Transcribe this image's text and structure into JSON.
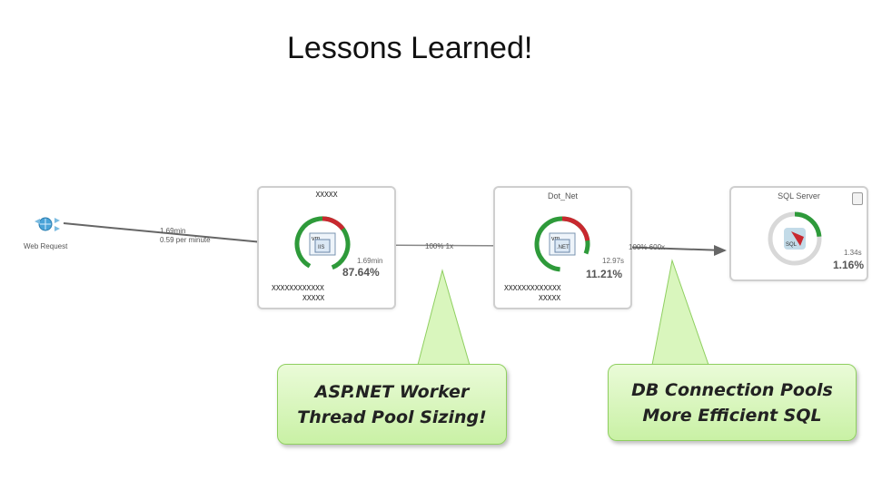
{
  "slide": {
    "title": "Lessons Learned!"
  },
  "web_request": {
    "label": "Web Request",
    "edge_time": "1.69min",
    "edge_rate": "0.59 per minute"
  },
  "nodes": [
    {
      "title": "XXXXX",
      "time": "1.69min",
      "percent": "87.64%",
      "scribble_1": "XXXXXXXXXXXX",
      "scribble_2": "XXXXX",
      "icon": "iis-server-icon"
    },
    {
      "title": "Dot_Net",
      "time": "12.97s",
      "percent": "11.21%",
      "scribble_1": "XXXXXXXXXXXXX",
      "scribble_2": "XXXXX",
      "icon": "dotnet-server-icon"
    },
    {
      "title": "SQL Server",
      "time": "1.34s",
      "percent": "1.16%",
      "icon": "sql-server-icon"
    }
  ],
  "edges": [
    {
      "label": "100% 1x"
    },
    {
      "label": "100% 600x"
    }
  ],
  "callouts": [
    {
      "line1": "ASP.NET Worker",
      "line2": "Thread Pool Sizing!"
    },
    {
      "line1": "DB Connection Pools",
      "line2": "More Efficient SQL"
    }
  ],
  "colors": {
    "ring_green": "#2e9a3a",
    "ring_red": "#c8282f",
    "callout_fill": "#d4f5b4",
    "callout_border": "#8fcf60"
  }
}
